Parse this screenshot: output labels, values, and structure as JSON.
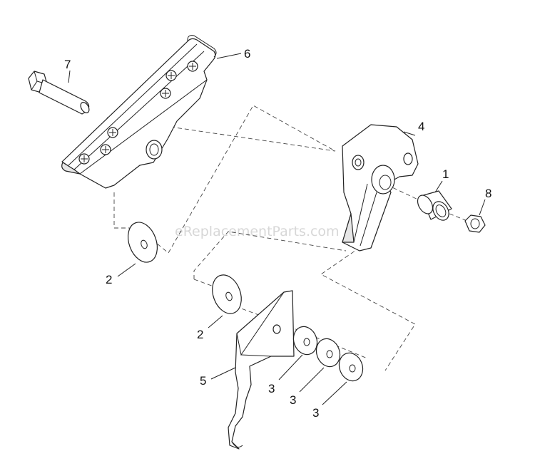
{
  "callouts": {
    "c1": "1",
    "c2a": "2",
    "c2b": "2",
    "c3a": "3",
    "c3b": "3",
    "c3c": "3",
    "c4": "4",
    "c5": "5",
    "c6": "6",
    "c7": "7",
    "c8": "8"
  },
  "watermark": "eReplacementParts.com"
}
